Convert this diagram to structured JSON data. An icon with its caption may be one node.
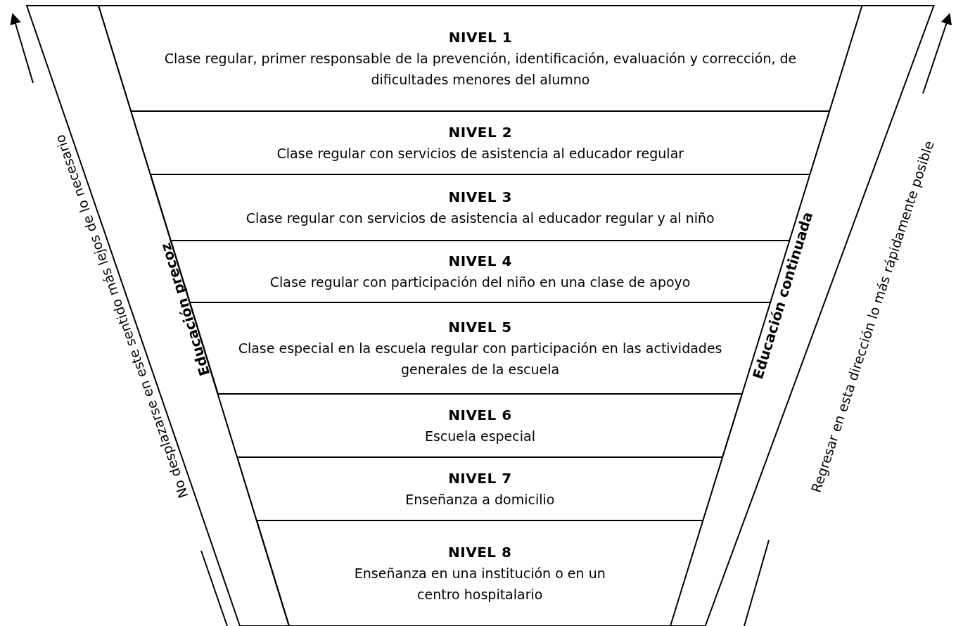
{
  "diagram": {
    "nodes": [
      {
        "text": [
          "NIVEL 1",
          "Clase regular, primer responsable de la prevención, identificación, evaluación y corrección, de dificultades menores del alumno"
        ]
      },
      {
        "text": [
          "NIVEL 2",
          "Clase regular con servicios de asistencia al educador regular"
        ]
      },
      {
        "text": [
          "NIVEL 3",
          "Clase regular con servicios de asistencia al educador regular y al niño"
        ]
      },
      {
        "text": [
          "NIVEL 4",
          "Clase regular con participación del niño en una clase de apoyo"
        ]
      },
      {
        "text": [
          "NIVEL 5",
          "Clase especial en la escuela regular con participación en las actividades generales de la escuela"
        ]
      },
      {
        "text": [
          "NIVEL 6",
          "Escuela especial"
        ]
      },
      {
        "text": [
          "NIVEL 7",
          "Enseñanza a domicilio"
        ]
      },
      {
        "text": [
          "NIVEL 8",
          "Enseñanza en una institución o en un centro hospitalario"
        ]
      },
      {
        "text": [
          "Educación precoz"
        ]
      },
      {
        "text": [
          "Educación continuada"
        ]
      }
    ],
    "labels": [
      "No desplazarse en este sentido más lejos de lo necesario",
      "Regresar en esta dirección lo más rápidamente posible"
    ]
  }
}
